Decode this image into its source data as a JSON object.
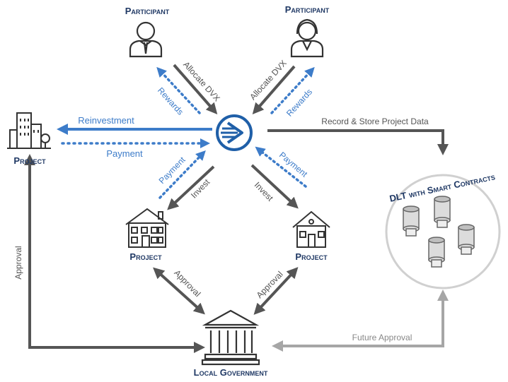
{
  "nodes": {
    "participant_left": "Participant",
    "participant_right": "Participant",
    "project_left": "Project",
    "project_center_left": "Project",
    "project_center_right": "Project",
    "local_government": "Local Government",
    "dlt": "DLT with Smart Contracts"
  },
  "edges": {
    "allocate_left": "Allocate DVX",
    "rewards_left": "Rewards",
    "allocate_right": "Allocate DVX",
    "rewards_right": "Rewards",
    "reinvestment": "Reinvestment",
    "payment_left": "Payment",
    "record_store": "Record & Store Project Data",
    "payment_center_left": "Payment",
    "invest_left": "Invest",
    "payment_center_right": "Payment",
    "invest_right": "Invest",
    "approval_left_vertical": "Approval",
    "approval_center_left": "Approval",
    "approval_center_right": "Approval",
    "future_approval": "Future Approval"
  },
  "colors": {
    "dark_arrow": "#555555",
    "blue_arrow": "#3d7cc9",
    "light_arrow": "#a6a6a6",
    "title": "#1f3864"
  },
  "icons": [
    "man-icon",
    "woman-icon",
    "city-icon",
    "house-icon",
    "cottage-icon",
    "government-building-icon",
    "logo-icon",
    "database-icon"
  ]
}
